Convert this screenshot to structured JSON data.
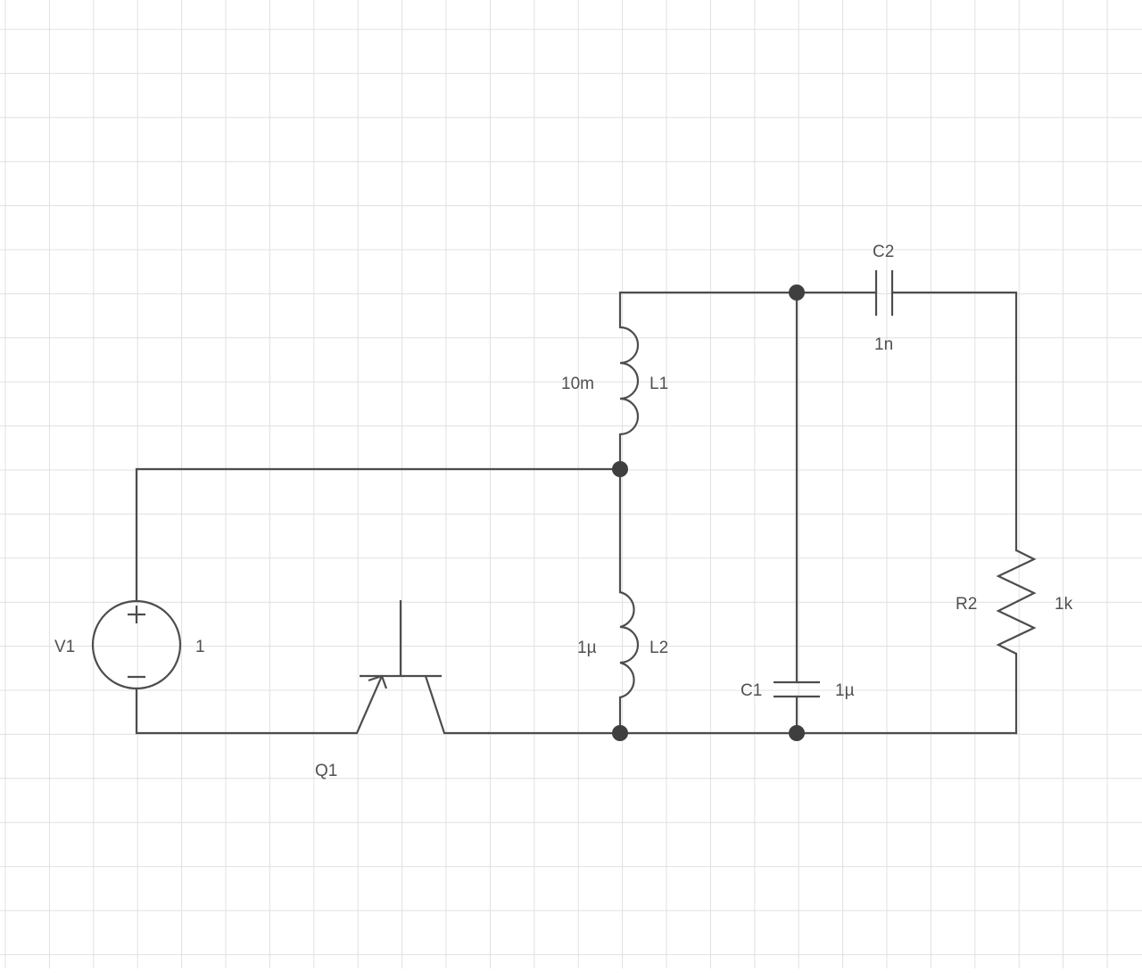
{
  "components": {
    "V1": {
      "name": "V1",
      "value": "1",
      "plus": "+",
      "minus": "−"
    },
    "Q1": {
      "name": "Q1"
    },
    "L1": {
      "name": "L1",
      "value": "10m"
    },
    "L2": {
      "name": "L2",
      "value": "1µ"
    },
    "C1": {
      "name": "C1",
      "value": "1µ"
    },
    "C2": {
      "name": "C2",
      "value": "1n"
    },
    "R2": {
      "name": "R2",
      "value": "1k"
    }
  },
  "colors": {
    "wire": "#4d4d4d",
    "grid": "#e0e0e0",
    "label": "#505050",
    "node": "#3f3f3f",
    "background": "#ffffff"
  }
}
